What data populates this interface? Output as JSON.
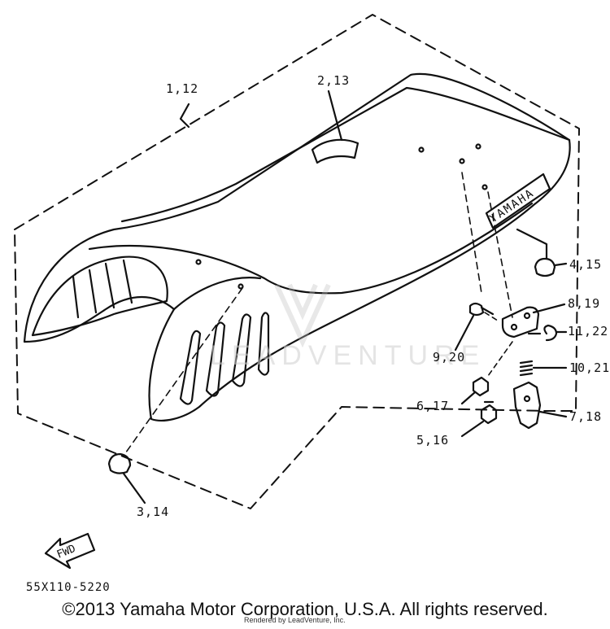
{
  "labels": {
    "seat": "1,12",
    "strap": "2,13",
    "damper_rear": "4,15",
    "bracket": "8,19",
    "bolt_long": "9,20",
    "clip": "11,22",
    "spring": "10,21",
    "nut": "6,17",
    "bolt": "5,16",
    "lock": "7,18",
    "damper_front": "3,14"
  },
  "emblem_text": "YAMAHA",
  "fwd_text": "FWD",
  "part_number": "55X110-5220",
  "watermark": "LEADVENTURE",
  "copyright": "©2013 Yamaha Motor Corporation, U.S.A. All rights reserved.",
  "credit": "Rendered by LeadVenture, Inc."
}
